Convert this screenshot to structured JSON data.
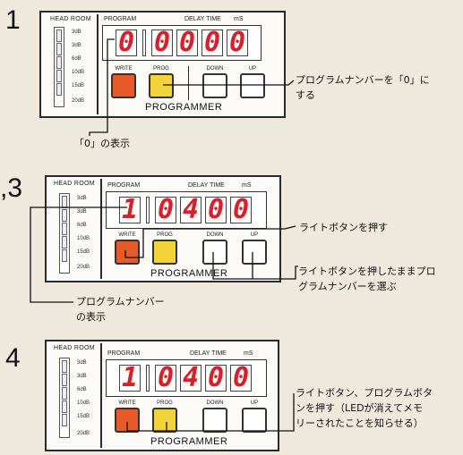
{
  "panel_labels": {
    "head_room": "HEAD ROOM",
    "program": "PROGRAM",
    "delay_time": "DELAY TIME",
    "ms": "mS",
    "write": "WRITE",
    "prog": "PROG",
    "down": "DOWN",
    "up": "UP",
    "programmer": "PROGRAMMER",
    "db_scale": [
      "3dB",
      "3dB",
      "6dB",
      "10dB",
      "15dB",
      "20dB"
    ]
  },
  "steps": [
    {
      "number": "1",
      "digits": [
        "0",
        "",
        "0",
        "0",
        "0",
        "0"
      ],
      "notes": {
        "prog_button": [
          "プログラムナンバーを「0」に",
          "する"
        ],
        "display_zero": "「0」の表示"
      },
      "button_colors": {
        "write": "#e85a2a",
        "prog": "#f2d43a"
      }
    },
    {
      "number": ",3",
      "digits": [
        "1",
        "",
        "0",
        "4",
        "0",
        "0"
      ],
      "notes": {
        "write_button": "ライトボタンを押す",
        "updown": [
          "ライトボタンを押したままプロ",
          "グラムナンバーを選ぶ"
        ],
        "program_display": [
          "プログラムナンバー",
          "の表示"
        ]
      }
    },
    {
      "number": "4",
      "digits": [
        "1",
        "",
        "0",
        "4",
        "0",
        "0"
      ],
      "notes": {
        "write_prog": [
          "ライトボタン、プログラムボタ",
          "ンを押す（LEDが消えてメモ",
          "リーされたことを知らせる）"
        ]
      }
    }
  ]
}
